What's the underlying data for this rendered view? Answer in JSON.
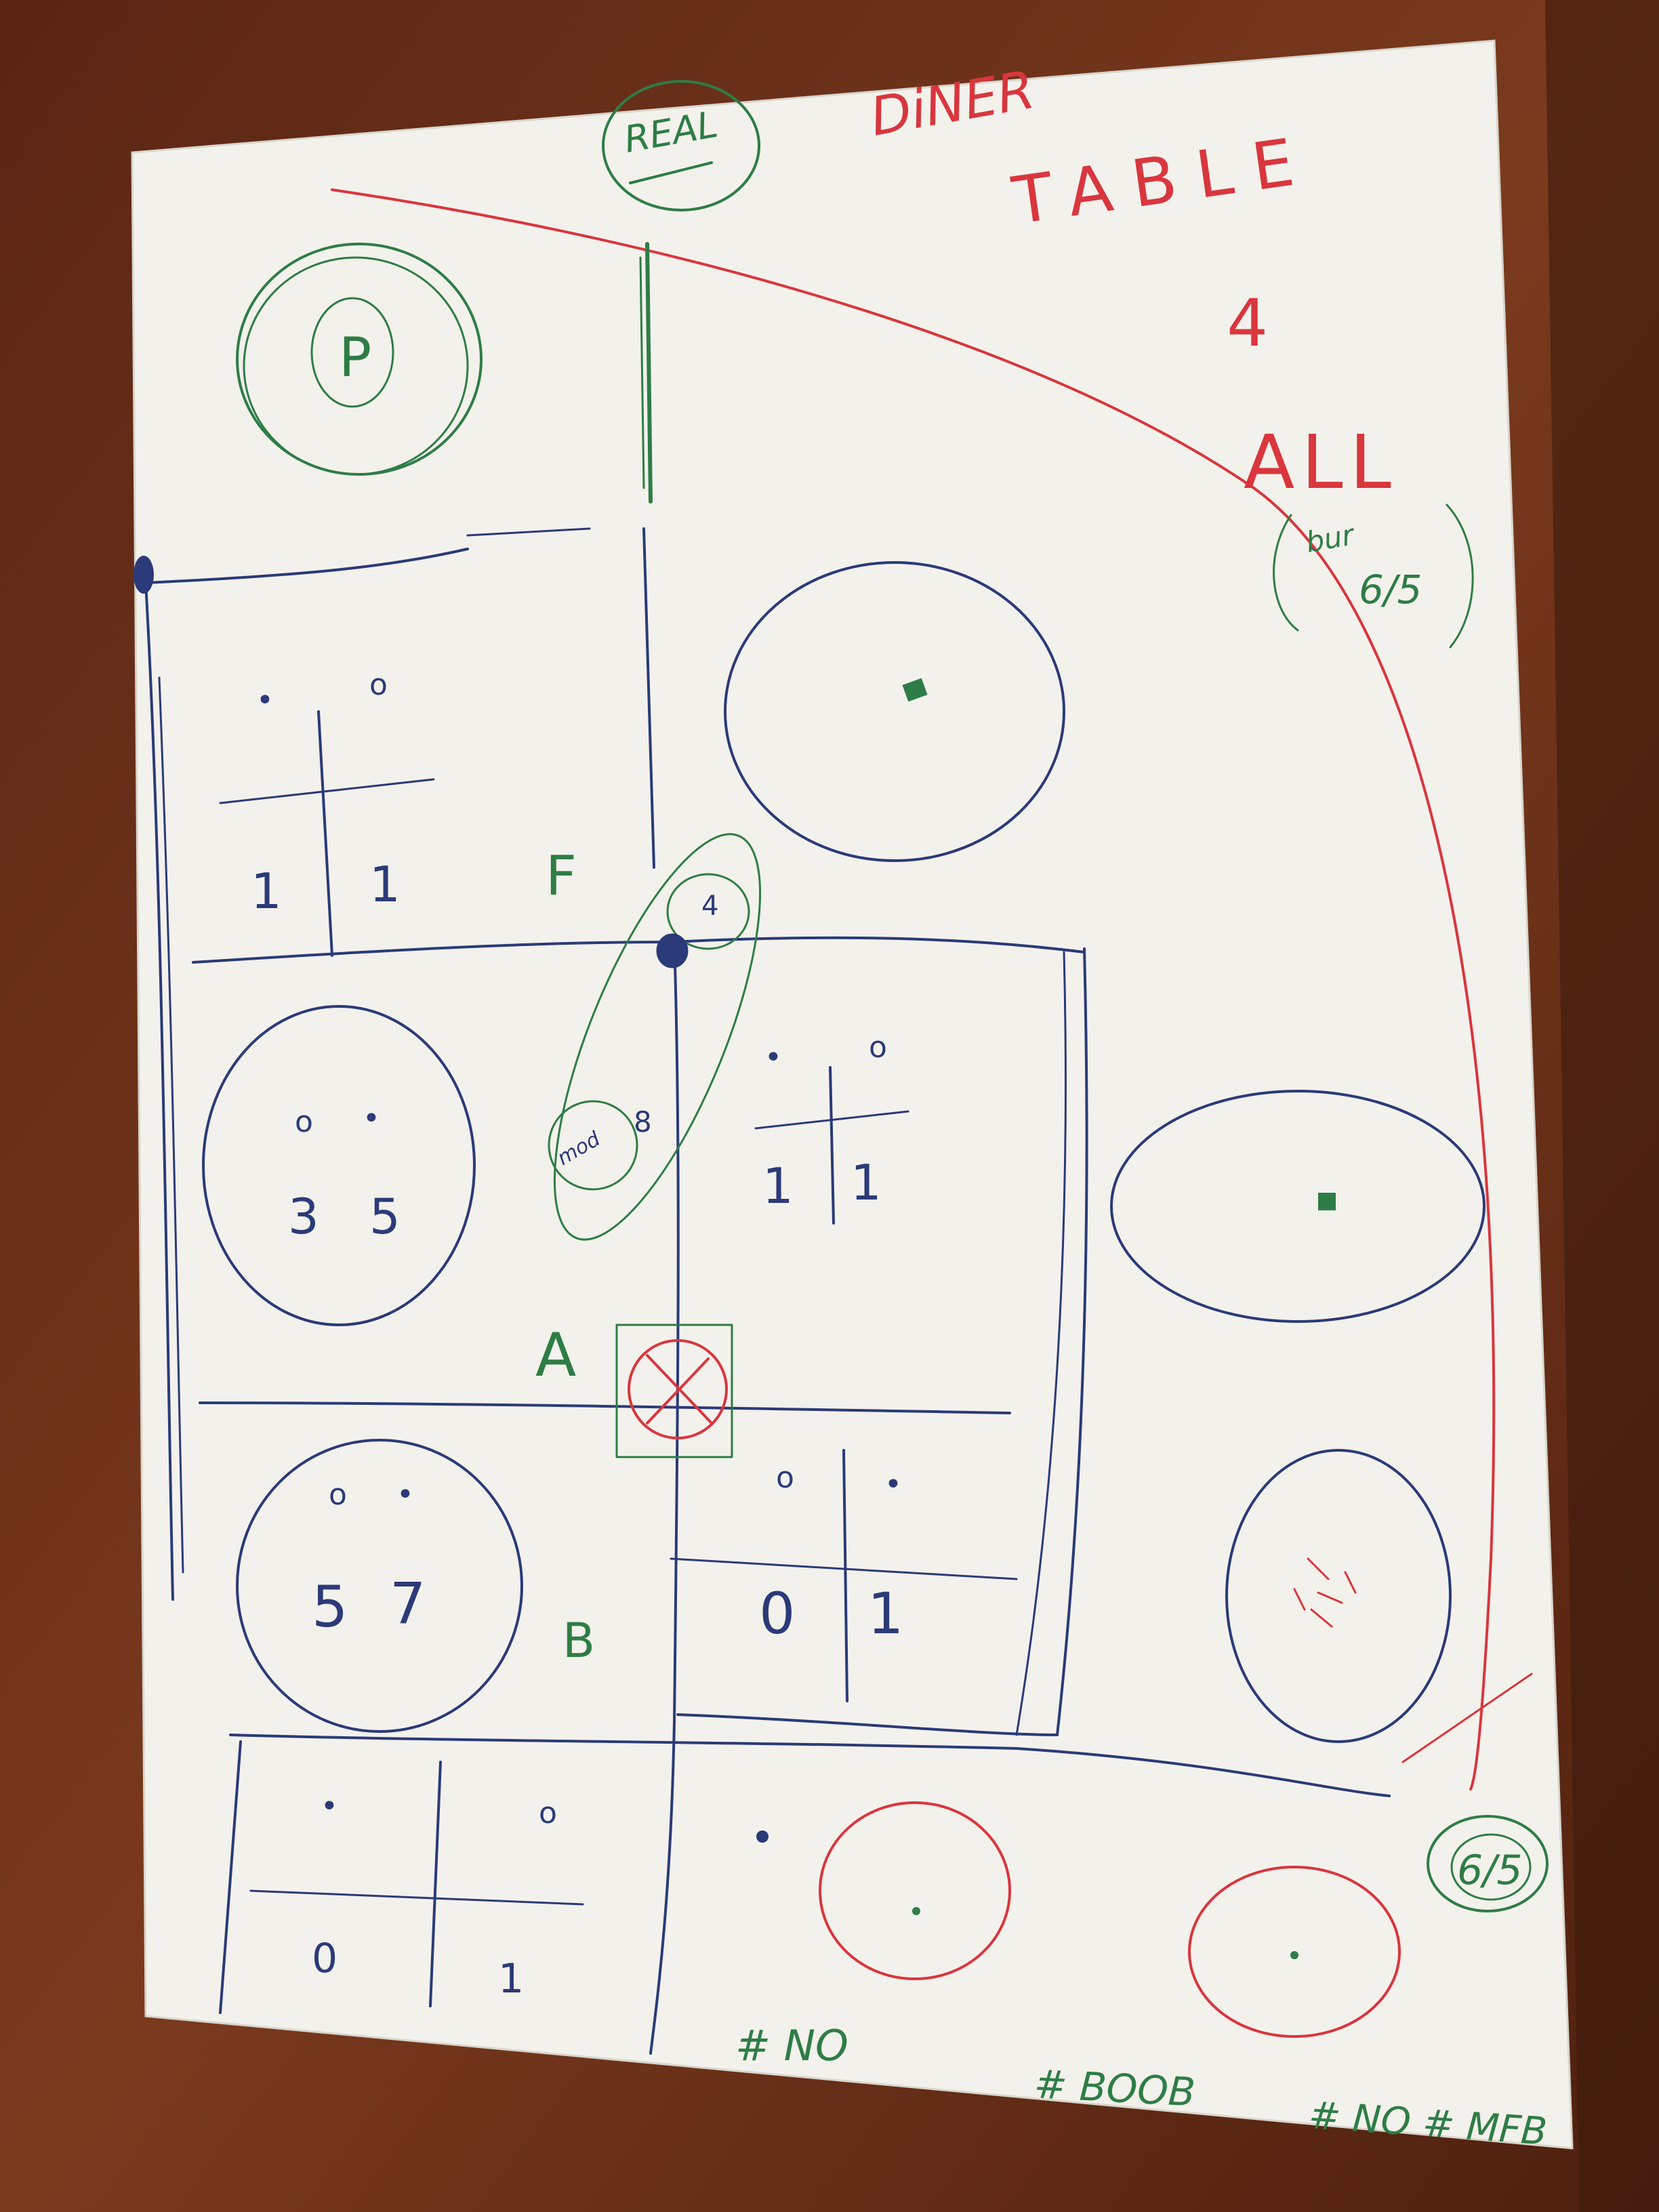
{
  "title": {
    "line1": "DiNER",
    "line2": "TABLE",
    "line3": "4",
    "line4": "ALL"
  },
  "note_top": "REAL",
  "note_side": {
    "line1": "bur",
    "line2": "6/5"
  },
  "note_corner": "6/5",
  "top_left_circle_letter": "P",
  "zone_labels": {
    "f": "F",
    "a": "A",
    "b": "B"
  },
  "small_circle_label": "4",
  "oval_note": {
    "word": "mod",
    "number": "8"
  },
  "grid_top_left": {
    "marks": [
      "•",
      "o"
    ],
    "values": [
      "1",
      "1"
    ]
  },
  "grid_center": {
    "marks": [
      "•",
      "o"
    ],
    "values": [
      "1",
      "1"
    ]
  },
  "circle_left_mid": {
    "marks": [
      "o",
      "•"
    ],
    "values": [
      "3",
      "5"
    ]
  },
  "circle_left_low": {
    "marks": [
      "o",
      "•"
    ],
    "values": [
      "5",
      "7"
    ]
  },
  "grid_center_low": {
    "marks": [
      "o",
      "•"
    ],
    "values": [
      "0",
      "1"
    ]
  },
  "grid_bottom_left": {
    "marks": [
      "•",
      "o"
    ],
    "values": [
      "0",
      "1"
    ]
  },
  "tags": {
    "t1": "# NO",
    "t2": "# BOOB",
    "t3": "# NO # MFB"
  },
  "colors": {
    "table": "#6a2e18",
    "paper": "#f3f1ec",
    "ink_blue": "#2b3a78",
    "ink_green": "#2e7d46",
    "ink_red": "#d9363e"
  }
}
